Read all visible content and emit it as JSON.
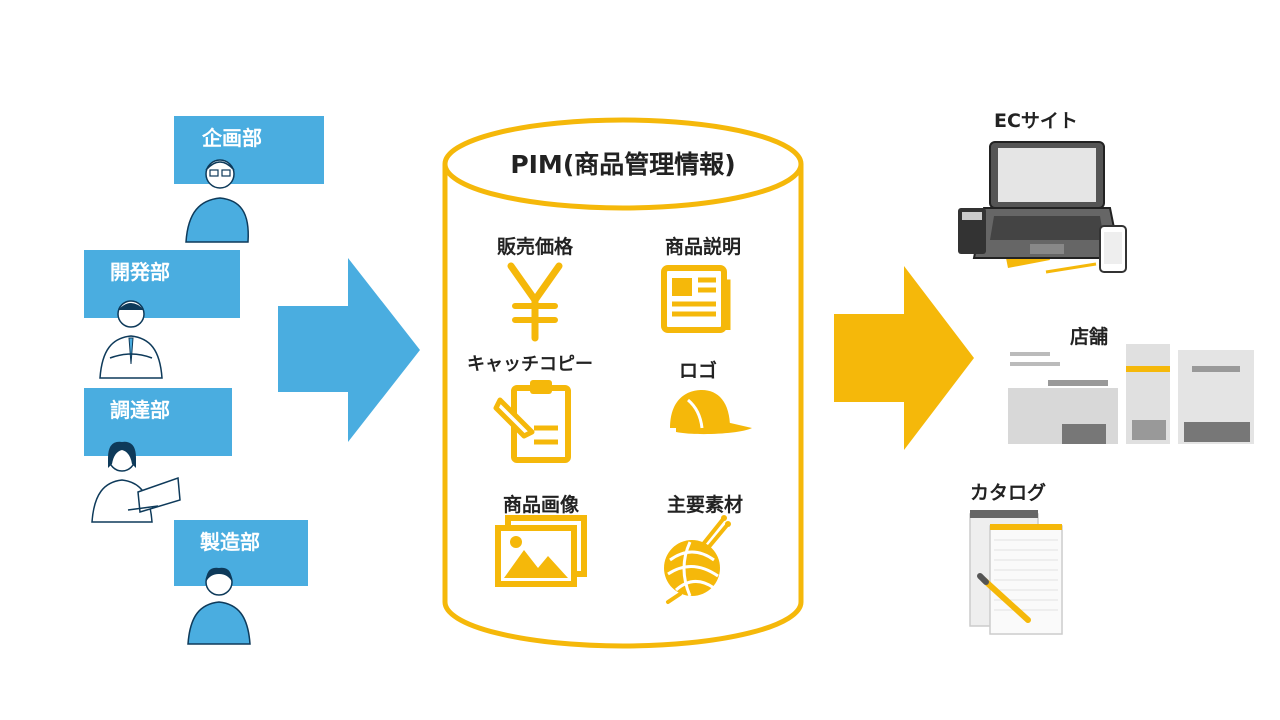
{
  "departments": [
    {
      "label": "企画部"
    },
    {
      "label": "開発部"
    },
    {
      "label": "調達部"
    },
    {
      "label": "製造部"
    }
  ],
  "pim": {
    "title": "PIM(商品管理情報)",
    "items": [
      {
        "label": "販売価格",
        "icon": "yen-icon"
      },
      {
        "label": "商品説明",
        "icon": "newspaper-icon"
      },
      {
        "label": "キャッチコピー",
        "icon": "clipboard-pencil-icon"
      },
      {
        "label": "ロゴ",
        "icon": "cap-icon"
      },
      {
        "label": "商品画像",
        "icon": "image-icon"
      },
      {
        "label": "主要素材",
        "icon": "yarn-ball-icon"
      }
    ]
  },
  "outputs": [
    {
      "label": "ECサイト",
      "icon": "laptop-icon"
    },
    {
      "label": "店舗",
      "icon": "store-icon"
    },
    {
      "label": "カタログ",
      "icon": "catalog-icon"
    }
  ],
  "colors": {
    "blue": "#4aade0",
    "yellow": "#f5b80a",
    "text": "#222222"
  }
}
